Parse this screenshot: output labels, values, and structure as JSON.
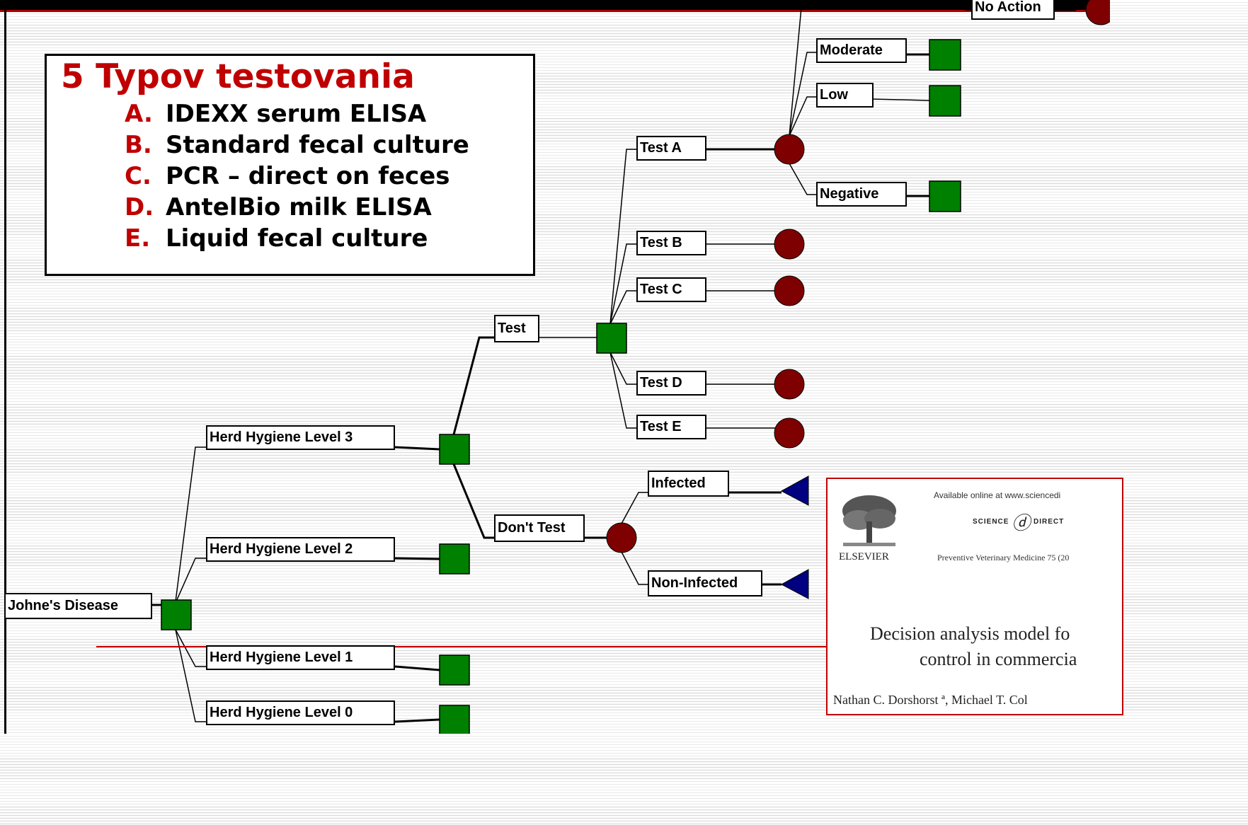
{
  "legend": {
    "title": "5 Typov testovania",
    "items": [
      {
        "letter": "A.",
        "text": "IDEXX serum ELISA"
      },
      {
        "letter": "B.",
        "text": "Standard fecal culture"
      },
      {
        "letter": "C.",
        "text": "PCR – direct on feces"
      },
      {
        "letter": "D.",
        "text": "AntelBio milk ELISA"
      },
      {
        "letter": "E.",
        "text": "Liquid fecal culture"
      }
    ]
  },
  "tree": {
    "root": "Johne's Disease",
    "hygiene_levels": [
      "Herd Hygiene Level 3",
      "Herd Hygiene Level 2",
      "Herd Hygiene Level 1",
      "Herd Hygiene Level 0"
    ],
    "test_decision": {
      "test": "Test",
      "dont_test": "Don't Test"
    },
    "tests": [
      "Test A",
      "Test B",
      "Test C",
      "Test D",
      "Test E"
    ],
    "test_a_outcomes": [
      "No Action",
      "Moderate",
      "Low",
      "Negative"
    ],
    "infection_outcomes": [
      "Infected",
      "Non-Infected"
    ]
  },
  "paper": {
    "available_online": "Available online at www.sciencedi",
    "science_direct": "SCIENCE",
    "direct_word": "DIRECT",
    "publisher": "ELSEVIER",
    "journal": "Preventive Veterinary Medicine 75 (20",
    "title_line1": "Decision analysis model fo",
    "title_line2": "control in commercia",
    "authors": "Nathan C. Dorshorst ª, Michael T. Col"
  },
  "colors": {
    "decision_node": "#008000",
    "chance_node": "#7f0000",
    "terminal_node": "#000080",
    "accent_red": "#c00000"
  }
}
